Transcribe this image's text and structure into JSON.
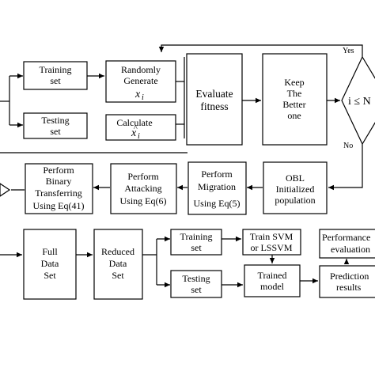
{
  "flowchart": {
    "training_set": [
      "Training",
      "set"
    ],
    "testing_set": [
      "Testing",
      "set"
    ],
    "randomly_generate": [
      "Randomly",
      "Generate"
    ],
    "calculate": [
      "Calculate"
    ],
    "evaluate_fitness": [
      "Evaluate",
      "fitness"
    ],
    "keep_better": [
      "Keep",
      "The",
      "Better",
      "one"
    ],
    "condition": "i ≤ N",
    "yes": "Yes",
    "no": "No",
    "obl": [
      "OBL",
      "Initialized",
      "population"
    ],
    "migration": [
      "Perform",
      "Migration",
      "Using Eq(5)"
    ],
    "attacking": [
      "Perform",
      "Attacking",
      "Using Eq(6)"
    ],
    "binary": [
      "Perform",
      "Binary",
      "Transferring",
      "Using Eq(41)"
    ],
    "full_data": [
      "Full",
      "Data",
      "Set"
    ],
    "reduced_data": [
      "Reduced",
      "Data",
      "Set"
    ],
    "training_set_2": [
      "Training",
      "set"
    ],
    "testing_set_2": [
      "Testing",
      "set"
    ],
    "train_svm": [
      "Train SVM",
      "or LSSVM"
    ],
    "trained_model": [
      "Trained",
      "model"
    ],
    "performance": [
      "Performance",
      "evaluation"
    ],
    "prediction": [
      "Prediction",
      "results"
    ],
    "xi_symbol": "x",
    "xi_subscript": "i",
    "xi_hat": "^"
  }
}
